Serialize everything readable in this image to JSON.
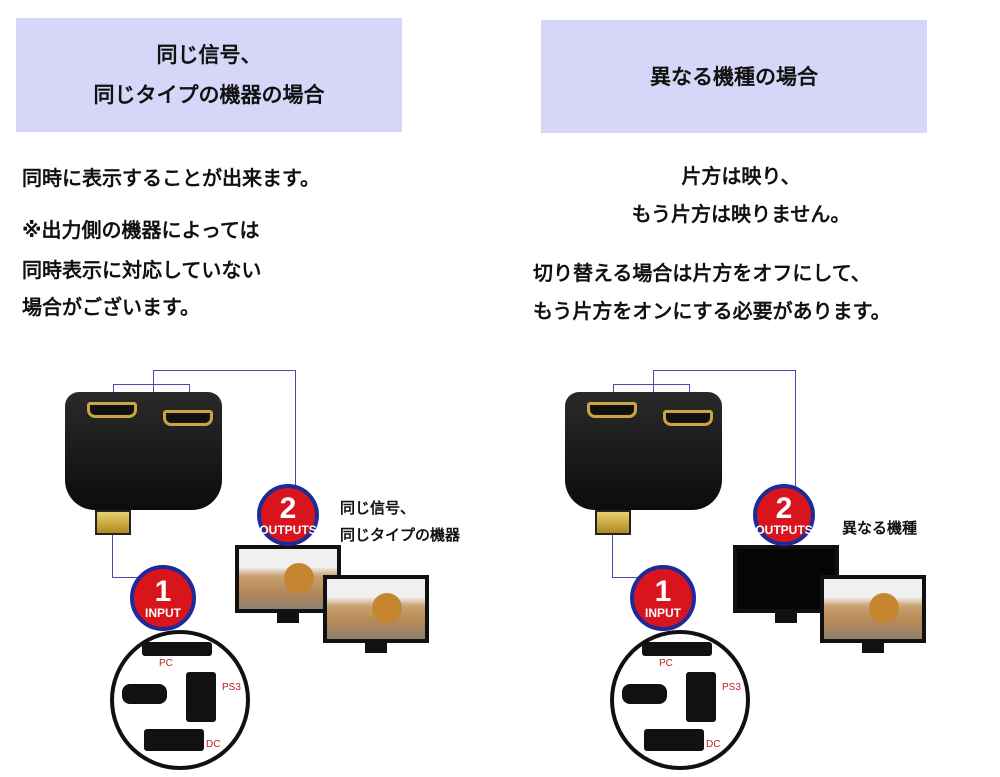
{
  "left": {
    "header": [
      "同じ信号、",
      "同じタイプの機器の場合"
    ],
    "text1": "同時に表示することが出来ます。",
    "note": [
      "※出力側の機器によっては",
      "同時表示に対応していない",
      "場合がございます。"
    ],
    "diagram_label": [
      "同じ信号、",
      "同じタイプの機器"
    ]
  },
  "right": {
    "header": "異なる機種の場合",
    "text1": [
      "片方は映り、",
      "もう片方は映りません。"
    ],
    "text2": [
      "切り替える場合は片方をオフにして、",
      "もう片方をオンにする必要があります。"
    ],
    "diagram_label": "異なる機種"
  },
  "diagram": {
    "input_number": "1",
    "input_label": "INPUT",
    "output_number": "2",
    "output_label": "OUTPUTS",
    "devices": [
      "PC",
      "PS3",
      "DC"
    ]
  },
  "colors": {
    "header_bg": "#d6d6f8",
    "badge_red": "#d8141c",
    "badge_ring": "#1d2a9a",
    "wire": "#4a4ab0"
  }
}
